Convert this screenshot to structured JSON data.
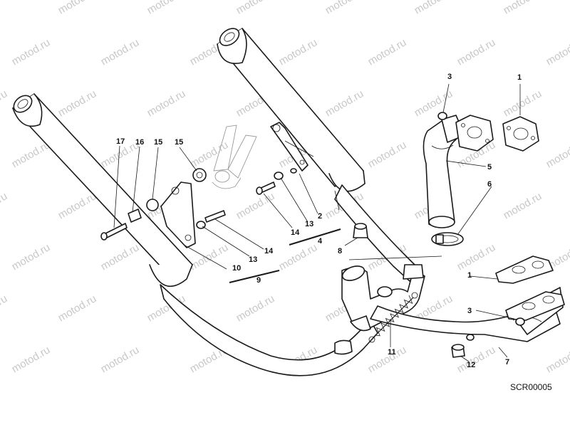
{
  "watermark": "motod.ru",
  "drawing_code": "SCR00005",
  "callouts": [
    {
      "id": "c1a",
      "text": "1"
    },
    {
      "id": "c1b",
      "text": "1"
    },
    {
      "id": "c2",
      "text": "2"
    },
    {
      "id": "c3a",
      "text": "3"
    },
    {
      "id": "c3b",
      "text": "3"
    },
    {
      "id": "c4",
      "text": "4"
    },
    {
      "id": "c5",
      "text": "5"
    },
    {
      "id": "c6",
      "text": "6"
    },
    {
      "id": "c7",
      "text": "7"
    },
    {
      "id": "c8",
      "text": "8"
    },
    {
      "id": "c9",
      "text": "9"
    },
    {
      "id": "c10",
      "text": "10"
    },
    {
      "id": "c11",
      "text": "11"
    },
    {
      "id": "c12",
      "text": "12"
    },
    {
      "id": "c13a",
      "text": "13"
    },
    {
      "id": "c13b",
      "text": "13"
    },
    {
      "id": "c14a",
      "text": "14"
    },
    {
      "id": "c14b",
      "text": "14"
    },
    {
      "id": "c15a",
      "text": "15"
    },
    {
      "id": "c15b",
      "text": "15"
    },
    {
      "id": "c16",
      "text": "16"
    },
    {
      "id": "c17",
      "text": "17"
    }
  ]
}
